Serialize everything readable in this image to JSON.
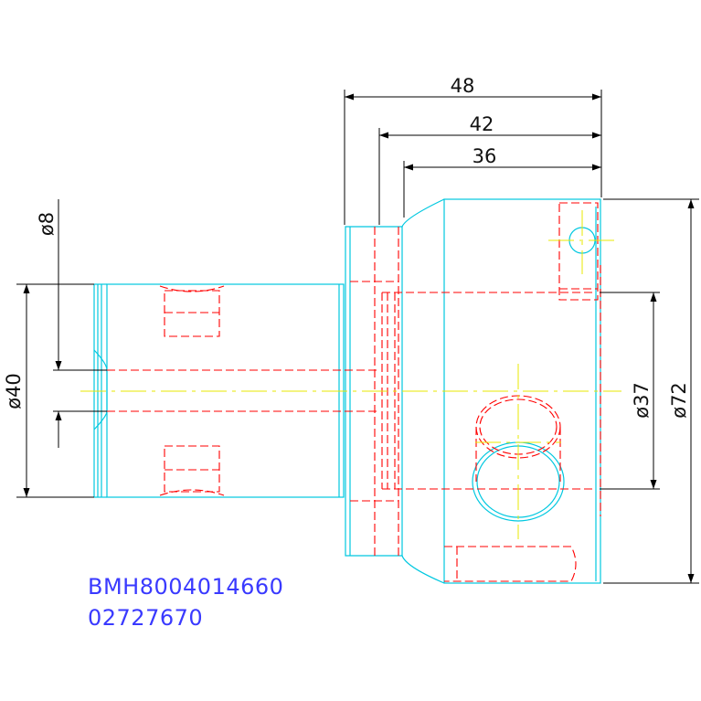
{
  "colors": {
    "outline": "#00c8e0",
    "hidden": "#ff0000",
    "center": "#e8e800",
    "dimension": "#000000",
    "part_text": "#3a3aff"
  },
  "dimensions": {
    "length_48": "48",
    "length_42": "42",
    "length_36": "36",
    "dia_8": "ø8",
    "dia_40": "ø40",
    "dia_37": "ø37",
    "dia_72": "ø72"
  },
  "part": {
    "number": "BMH8004014660",
    "code": "02727670"
  }
}
